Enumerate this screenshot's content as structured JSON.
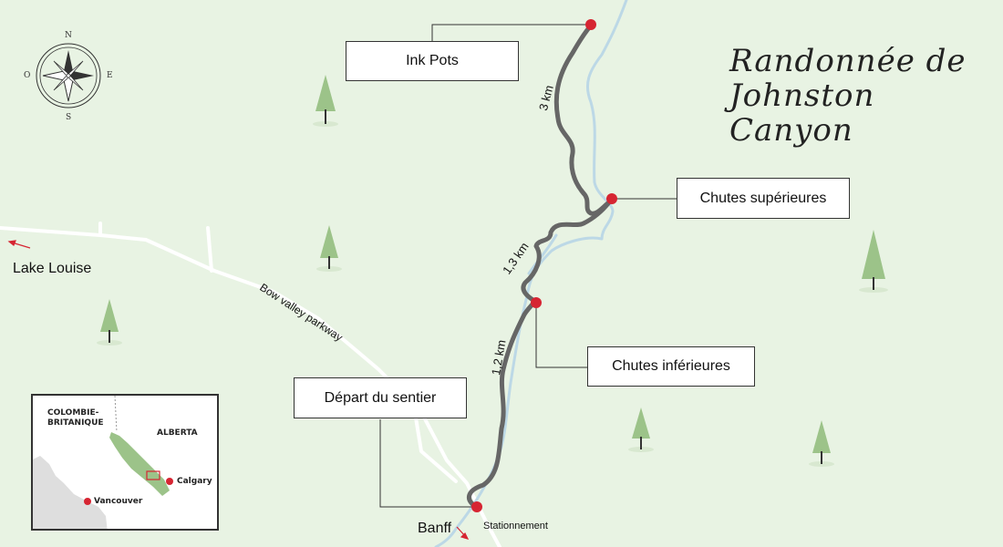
{
  "colors": {
    "background": "#e8f3e3",
    "trail": "#666666",
    "river": "#bcd8e6",
    "road": "#ffffff",
    "marker": "#d62532",
    "tree": "#9cc389",
    "tree_trunk": "#333333",
    "inset_land": "#dedede",
    "inset_park": "#9cc389"
  },
  "map": {
    "title": "Randonnée de Johnston Canyon",
    "waypoints": {
      "ink_pots": "Ink Pots",
      "upper_falls": "Chutes supérieures",
      "lower_falls": "Chutes inférieures",
      "trailhead": "Départ du sentier"
    },
    "segments": {
      "seg1": "1,2 km",
      "seg2": "1,3 km",
      "seg3": "3 km"
    },
    "parking": "Stationnement",
    "directions": {
      "banff": "Banff",
      "lake_louise": "Lake Louise"
    },
    "road_name": "Bow valley parkway"
  },
  "compass": {
    "icon": "compass-rose-icon",
    "n": "N",
    "s": "S",
    "e": "E",
    "o": "O"
  },
  "inset": {
    "bc": "COLOMBIE-\nBRITANIQUE",
    "bc_line1": "COLOMBIE-",
    "bc_line2": "BRITANIQUE",
    "alberta": "ALBERTA",
    "calgary": "Calgary",
    "vancouver": "Vancouver"
  }
}
